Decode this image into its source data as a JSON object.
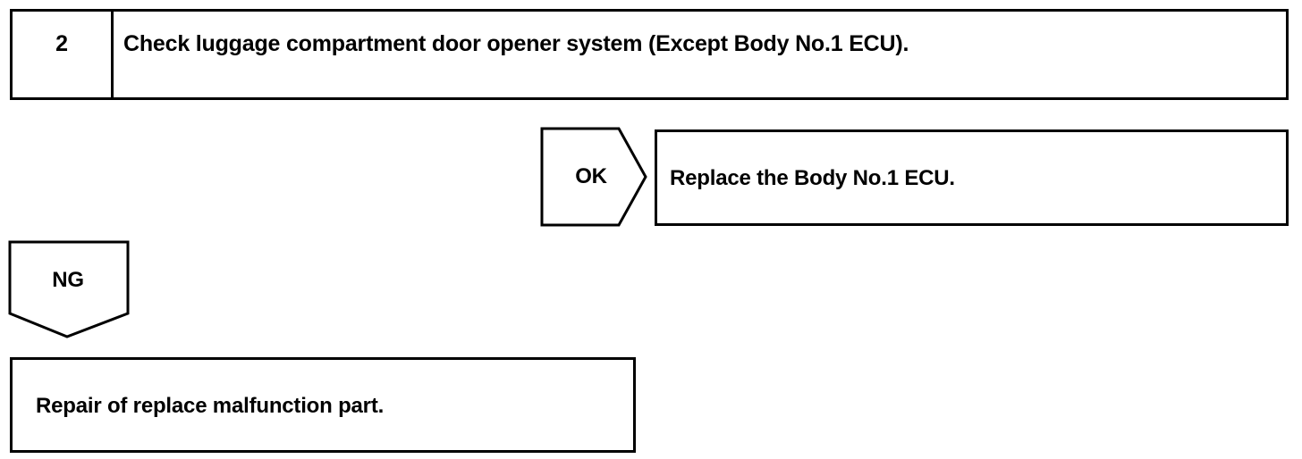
{
  "step": {
    "number": "2",
    "title": "Check luggage compartment door opener system (Except Body No.1 ECU)."
  },
  "ok_branch": {
    "label": "OK",
    "result": "Replace the Body No.1 ECU."
  },
  "ng_branch": {
    "label": "NG",
    "result": "Repair of replace malfunction part."
  }
}
